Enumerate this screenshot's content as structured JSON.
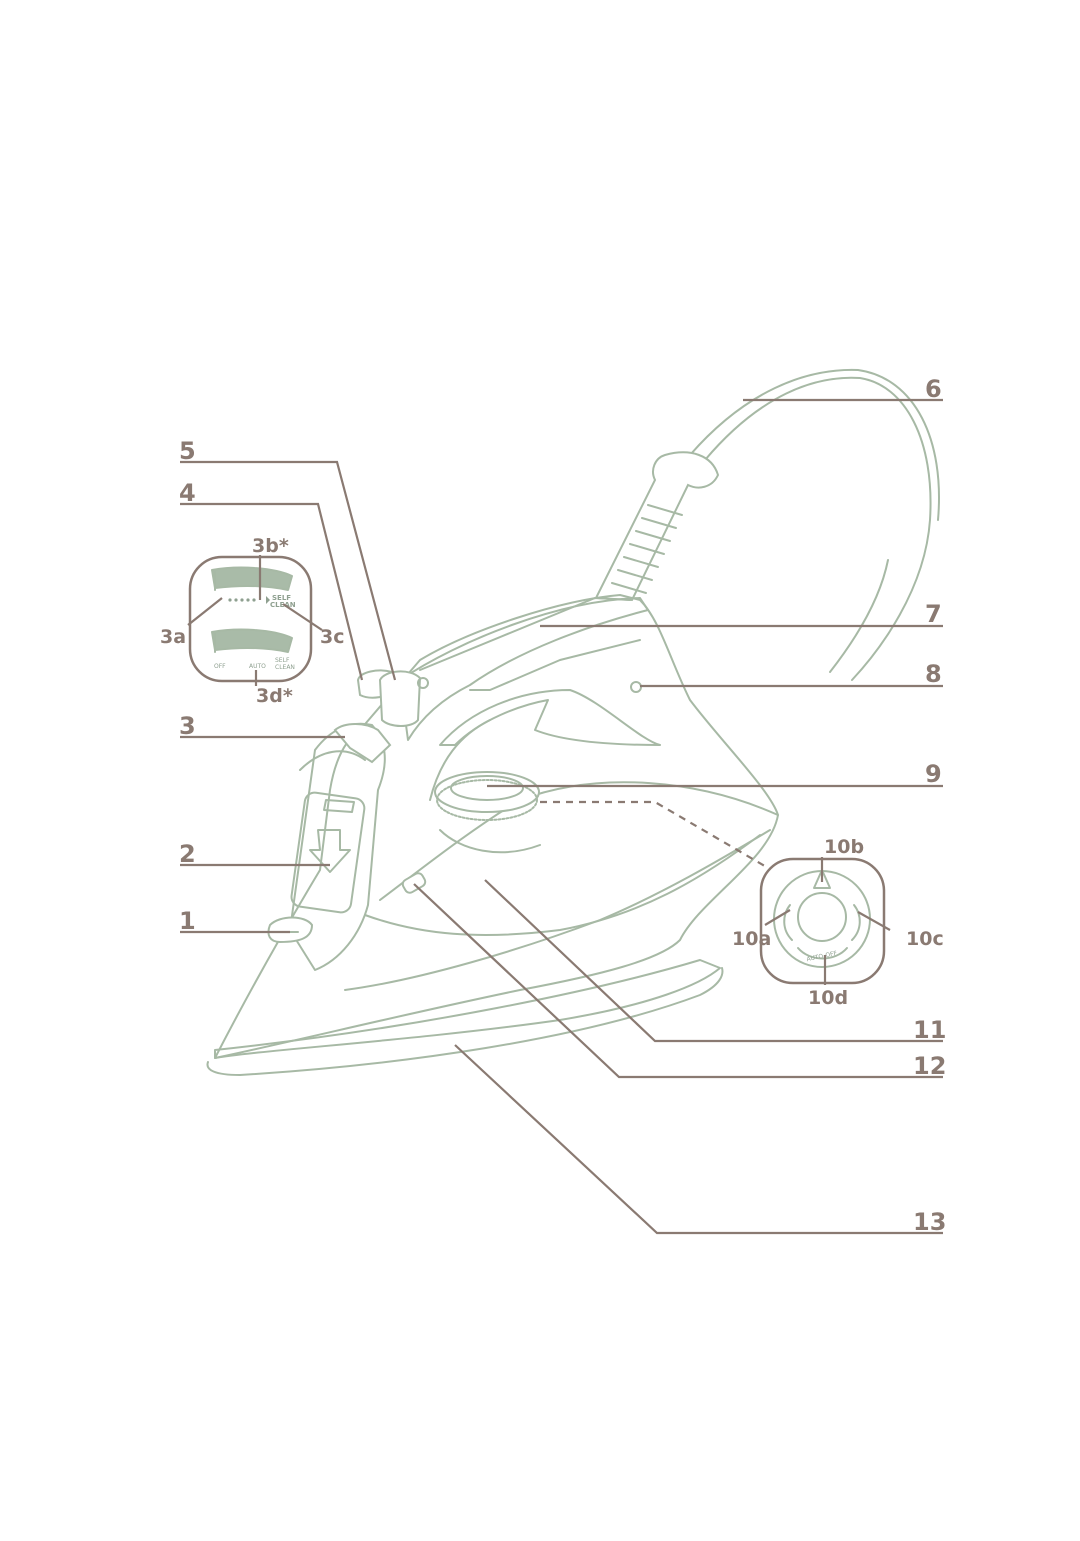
{
  "labels": {
    "l1": "1",
    "l2": "2",
    "l3": "3",
    "l4": "4",
    "l5": "5",
    "l6": "6",
    "l7": "7",
    "l8": "8",
    "l9": "9",
    "l11": "11",
    "l12": "12",
    "l13": "13"
  },
  "inset_left": {
    "a": "3a",
    "b": "3b*",
    "c": "3c",
    "d": "3d*",
    "self": "SELF",
    "clean": "CLEAN",
    "off": "OFF",
    "auto": "AUTO"
  },
  "inset_right": {
    "a": "10a",
    "b": "10b",
    "c": "10c",
    "d": "10d",
    "auto_off": "AUTO-OFF"
  }
}
